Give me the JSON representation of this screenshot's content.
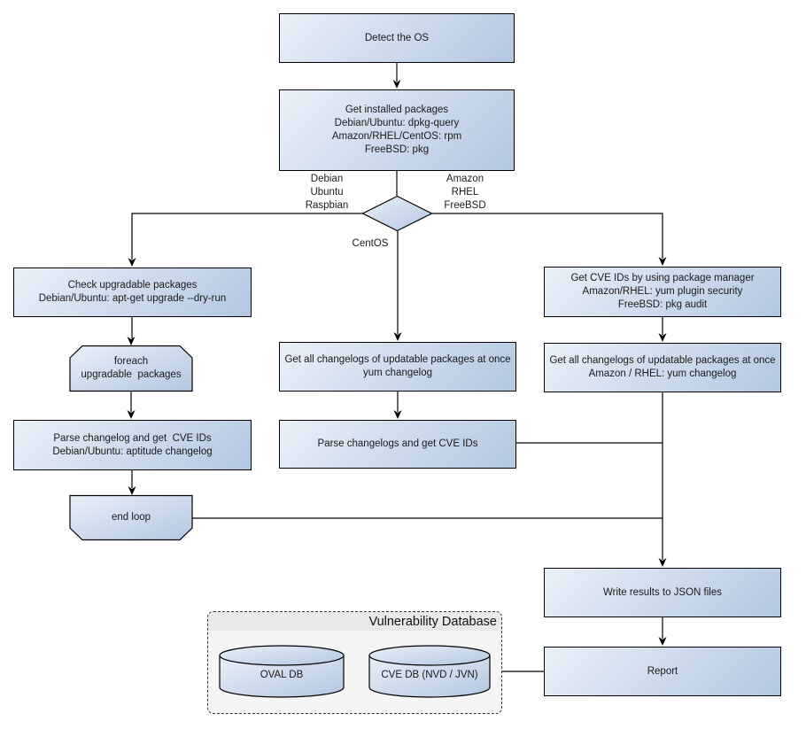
{
  "nodes": {
    "detect_os": "Detect the OS",
    "get_installed": "Get installed packages\nDebian/Ubuntu: dpkg-query\nAmazon/RHEL/CentOS: rpm\nFreeBSD: pkg",
    "check_upgradable": "Check upgradable packages\nDebian/Ubuntu: apt-get upgrade --dry-run",
    "foreach_loop": "foreach\nupgradable  packages",
    "parse_changelog_left": "Parse changelog and get  CVE IDs\nDebian/Ubuntu: aptitude changelog",
    "end_loop": "end loop",
    "mid_changelogs": "Get all changelogs of updatable packages at once\nyum changelog",
    "mid_parse": "Parse changelogs and get CVE IDs",
    "right_cve_ids": "Get CVE IDs by using package manager\nAmazon/RHEL: yum plugin security\nFreeBSD: pkg audit",
    "right_changelogs": "Get all changelogs of updatable packages at once\nAmazon / RHEL: yum changelog",
    "write_json": "Write results to JSON files",
    "report": "Report"
  },
  "edge_labels": {
    "left_branch": "Debian\nUbuntu\nRaspbian",
    "right_branch": "Amazon\nRHEL\nFreeBSD",
    "bottom_branch": "CentOS"
  },
  "database": {
    "title": "Vulnerability Database",
    "oval_db": "OVAL DB",
    "cve_db": "CVE DB (NVD / JVN)"
  },
  "colors": {
    "node_fill_light": "#eaf0f8",
    "node_fill_dark": "#b3c7e1",
    "node_border": "#000000",
    "line": "#000000",
    "container_bg": "#f5f5f5",
    "container_band": "#e9e9e9",
    "container_border": "#333333",
    "text": "#1a1a1a"
  }
}
